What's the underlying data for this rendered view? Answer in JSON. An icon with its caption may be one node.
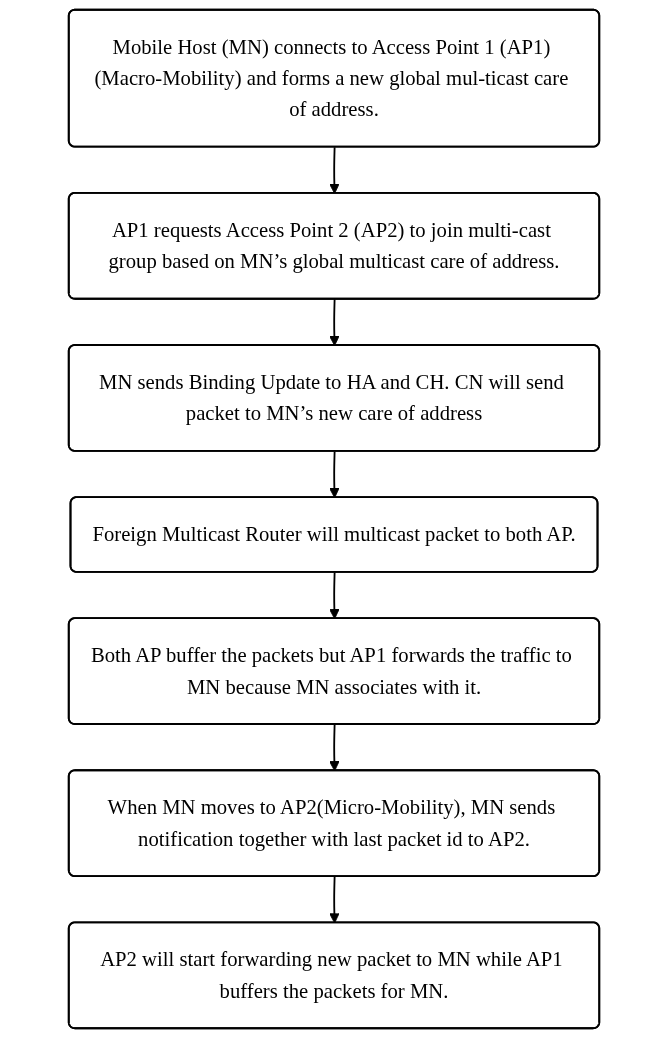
{
  "diagram": {
    "nodes": [
      {
        "text": [
          "Mobile Host (MN) connects to Access Point 1 (AP1) (Macro-Mobility) and forms a new global mul-ticast care of address."
        ]
      },
      {
        "text": [
          "AP1 requests Access Point 2 (AP2) to join multi-cast group based on MN’s global multicast care of address."
        ]
      },
      {
        "text": [
          "MN sends Binding Update to HA and CH. CN will send packet to MN’s new care of address"
        ]
      },
      {
        "text": [
          "Foreign Multicast Router will multicast packet to both AP."
        ]
      },
      {
        "text": [
          "Both AP buffer the packets but AP1 forwards the traffic to MN because MN associates with it."
        ]
      },
      {
        "text": [
          "When MN moves to AP2(Micro-Mobility), MN sends notification together with last packet id to AP2."
        ]
      },
      {
        "text": [
          "AP2 will start forwarding new packet to MN while AP1 buffers the packets for MN."
        ]
      }
    ],
    "edges": [
      {
        "from": 0,
        "to": 1,
        "arrow": "to"
      },
      {
        "from": 1,
        "to": 2,
        "arrow": "to"
      },
      {
        "from": 2,
        "to": 3,
        "arrow": "to"
      },
      {
        "from": 3,
        "to": 4,
        "arrow": "to"
      },
      {
        "from": 4,
        "to": 5,
        "arrow": "to"
      },
      {
        "from": 5,
        "to": 6,
        "arrow": "to"
      }
    ]
  }
}
